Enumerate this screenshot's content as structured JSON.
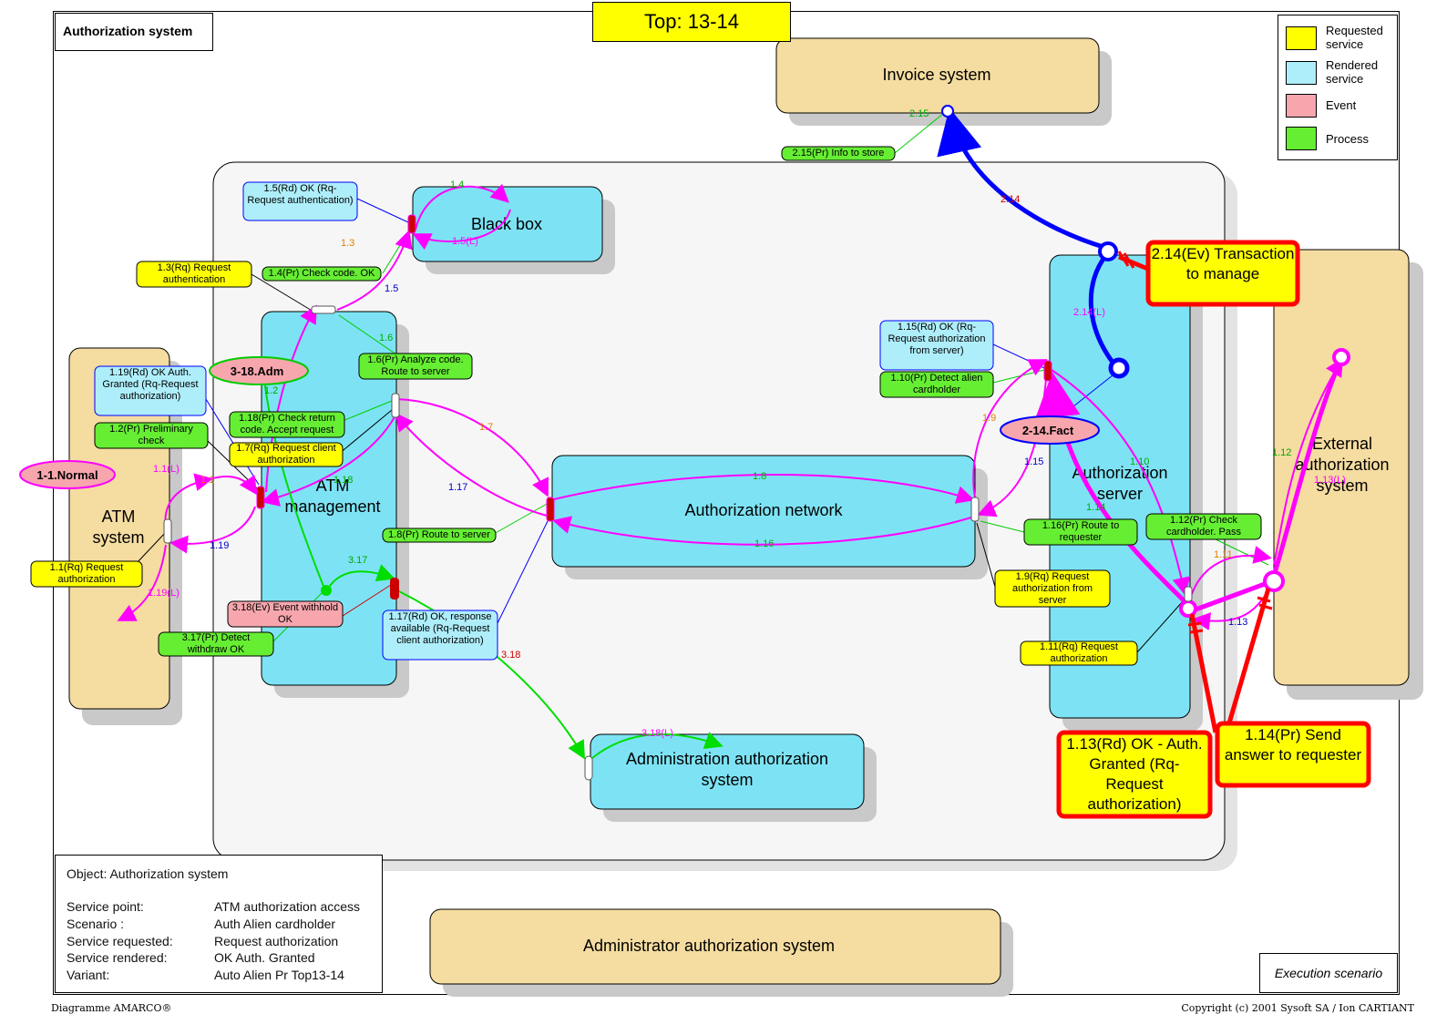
{
  "frame_title": "Authorization system",
  "top_label": "Top: 13-14",
  "legend": [
    {
      "label": "Requested service",
      "color": "#ffff00"
    },
    {
      "label": "Rendered service",
      "color": "#aeeefa"
    },
    {
      "label": "Event",
      "color": "#f7a6ae"
    },
    {
      "label": "Process",
      "color": "#66ee33"
    }
  ],
  "systems": {
    "invoice": "Invoice system",
    "black_box": "Black box",
    "atm_system": "ATM system",
    "atm_management": "ATM management",
    "auth_network": "Authorization network",
    "auth_server": "Authorization server",
    "external": "External authorization system",
    "admin_auth": "Administration authorization system",
    "administrator": "Administrator authorization system"
  },
  "events": {
    "normal": "1-1.Normal",
    "adm": "3-18.Adm",
    "fact": "2-14.Fact"
  },
  "labels": {
    "l_1_5_rd": "1.5(Rd) OK (Rq-Request authentication)",
    "l_1_3_rq": "1.3(Rq) Request authentication",
    "l_1_4_pr": "1.4(Pr) Check code. OK",
    "l_1_19_rd": "1.19(Rd) OK Auth. Granted (Rq-Request authorization)",
    "l_1_2_pr": "1.2(Pr) Preliminary check",
    "l_1_18_pr": "1.18(Pr) Check return code. Accept request",
    "l_1_7_rq": "1.7(Rq) Request client authorization",
    "l_1_6_pr": "1.6(Pr) Analyze code. Route to server",
    "l_1_1_rq": "1.1(Rq) Request authorization",
    "l_1_8_pr": "1.8(Pr) Route to server",
    "l_3_18_ev": "3.18(Ev) Event withhold OK",
    "l_3_17_pr": "3.17(Pr) Detect withdraw OK",
    "l_1_17_rd": "1.17(Rd) OK, response available (Rq-Request client authorization)",
    "l_2_15_pr": "2.15(Pr) Info to store",
    "l_1_15_rd": "1.15(Rd) OK (Rq-Request authorization from server)",
    "l_1_10_pr": "1.10(Pr) Detect alien cardholder",
    "l_1_16_pr": "1.16(Pr) Route to requester",
    "l_1_12_pr": "1.12(Pr) Check cardholder. Pass",
    "l_1_9_rq": "1.9(Rq) Request authorization from server",
    "l_1_11_rq": "1.11(Rq) Request authorization",
    "l_2_14_ev": "2.14(Ev) Transaction to manage",
    "l_1_13_rd": "1.13(Rd) OK - Auth. Granted (Rq-Request authorization)",
    "l_1_14_pr": "1.14(Pr) Send answer to requester"
  },
  "flow_numbers": {
    "f1_1L": "1.1(L)",
    "f1_1": "1.1",
    "f1_19": "1.19",
    "f1_19L": "1.19(L)",
    "f1_2": "1.2",
    "f1_3": "1.3",
    "f1_4": "1.4",
    "f1_5": "1.5",
    "f1_5L": "1.5(L)",
    "f1_6": "1.6",
    "f1_7": "1.7",
    "f1_8": "1.8",
    "f1_9": "1.9",
    "f1_10": "1.10",
    "f1_11": "1.11",
    "f1_12": "1.12",
    "f1_13": "1.13",
    "f1_13L": "1.13(L)",
    "f1_14": "1.14",
    "f1_15": "1.15",
    "f1_16": "1.16",
    "f1_17": "1.17",
    "f1_18": "1.18",
    "f2_14": "2.14",
    "f2_14L": "2.14(L)",
    "f2_15": "2.15",
    "f3_17": "3.17",
    "f3_18": "3.18",
    "f3_18L": "3.18(L)"
  },
  "info": {
    "object": "Object: Authorization system",
    "rows": [
      {
        "k": "Service point:",
        "v": "ATM authorization access"
      },
      {
        "k": "Scenario :",
        "v": "Auth Alien cardholder"
      },
      {
        "k": "Service requested:",
        "v": "Request authorization"
      },
      {
        "k": "Service rendered:",
        "v": "OK  Auth. Granted"
      },
      {
        "k": "Variant:",
        "v": "Auto Alien Pr Top13-14"
      }
    ]
  },
  "execution": "Execution scenario",
  "footer_left": "Diagramme AMARCO®",
  "footer_right": "Copyright (c)  2001 Sysoft SA / Ion CARTIANT"
}
